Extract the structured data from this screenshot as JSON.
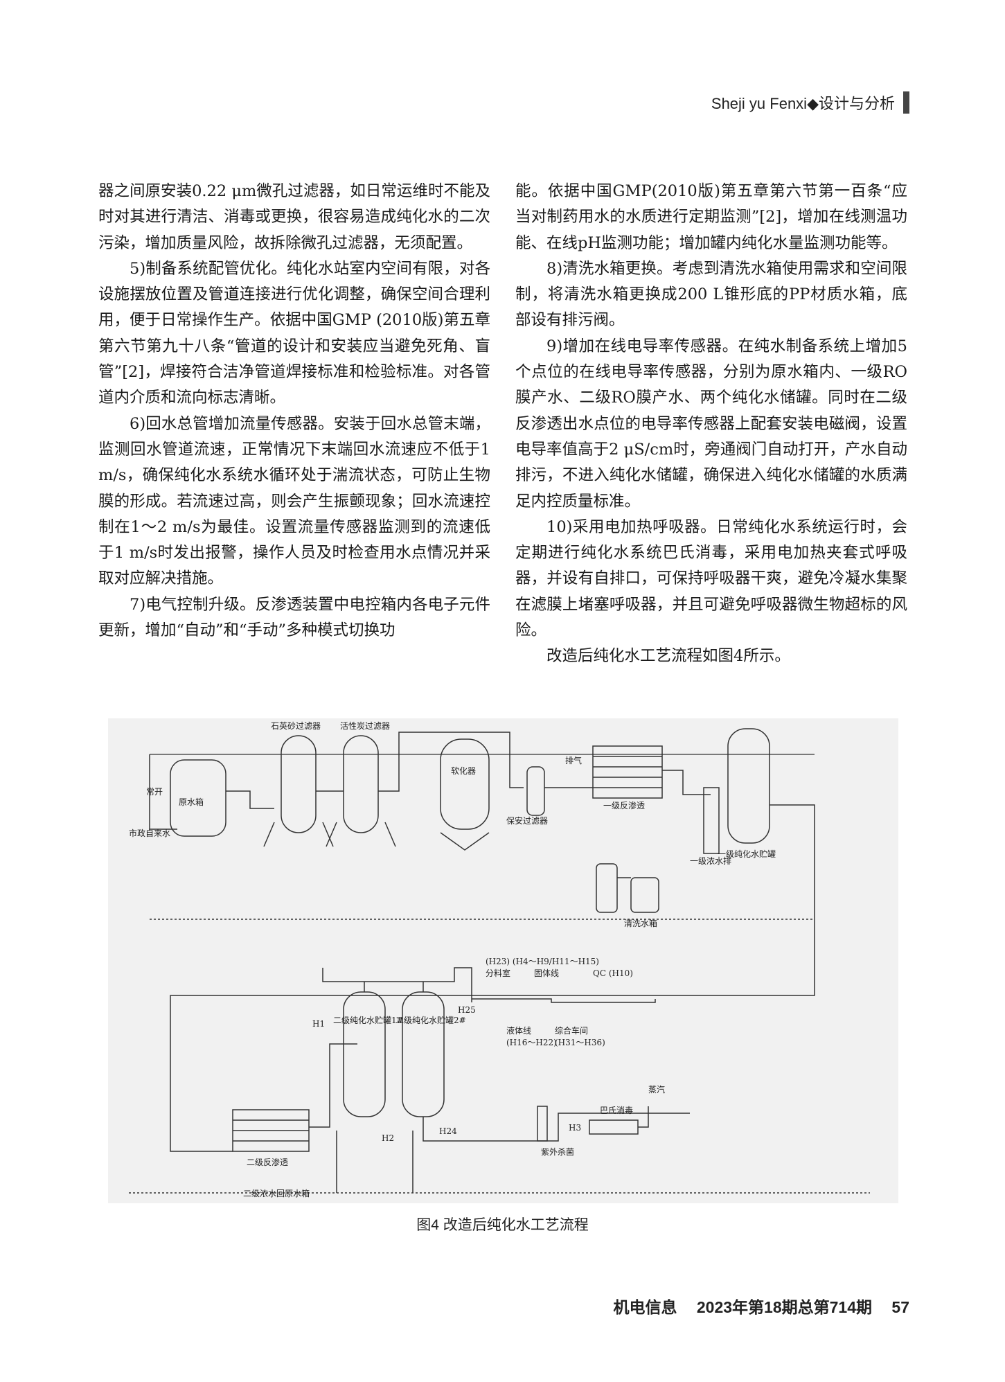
{
  "header": {
    "text": "Sheji  yu Fenxi◆设计与分析"
  },
  "left_column": [
    "器之间原安装0.22 μm微孔过滤器，如日常运维时不能及时对其进行清洁、消毒或更换，很容易造成纯化水的二次污染，增加质量风险，故拆除微孔过滤器，无须配置。",
    "5)制备系统配管优化。纯化水站室内空间有限，对各设施摆放位置及管道连接进行优化调整，确保空间合理利用，便于日常操作生产。依据中国GMP (2010版)第五章第六节第九十八条“管道的设计和安装应当避免死角、盲管”[2]，焊接符合洁净管道焊接标准和检验标准。对各管道内介质和流向标志清晰。",
    "6)回水总管增加流量传感器。安装于回水总管末端，监测回水管道流速，正常情况下末端回水流速应不低于1 m/s，确保纯化水系统水循环处于湍流状态，可防止生物膜的形成。若流速过高，则会产生振颤现象；回水流速控制在1～2 m/s为最佳。设置流量传感器监测到的流速低于1 m/s时发出报警，操作人员及时检查用水点情况并采取对应解决措施。",
    "7)电气控制升级。反渗透装置中电控箱内各电子元件更新，增加“自动”和“手动”多种模式切换功"
  ],
  "right_column": [
    "能。依据中国GMP(2010版)第五章第六节第一百条“应当对制药用水的水质进行定期监测”[2]，增加在线测温功能、在线pH监测功能；增加罐内纯化水量监测功能等。",
    "8)清洗水箱更换。考虑到清洗水箱使用需求和空间限制，将清洗水箱更换成200 L锥形底的PP材质水箱，底部设有排污阀。",
    "9)增加在线电导率传感器。在纯水制备系统上增加5个点位的在线电导率传感器，分别为原水箱内、一级RO膜产水、二级RO膜产水、两个纯化水储罐。同时在二级反渗透出水点位的电导率传感器上配套安装电磁阀，设置电导率值高于2 μS/cm时，旁通阀门自动打开，产水自动排污，不进入纯化水储罐，确保进入纯化水储罐的水质满足内控质量标准。",
    "10)采用电加热呼吸器。日常纯化水系统运行时，会定期进行纯化水系统巴氏消毒，采用电加热夹套式呼吸器，并设有自排口，可保持呼吸器干爽，避免冷凝水集聚在滤膜上堵塞呼吸器，并且可避免呼吸器微生物超标的风险。",
    "改造后纯化水工艺流程如图4所示。"
  ],
  "figure": {
    "labels": {
      "normally_open": "常开",
      "municipal_water": "市政自来水",
      "raw_tank": "原水箱",
      "quartz_filter": "石英砂过滤器",
      "carbon_filter": "活性炭过滤器",
      "softener": "软化器",
      "exhaust": "排气",
      "security_filter": "保安过滤器",
      "ro1": "一级反渗透",
      "ro1_drain": "一级浓水排",
      "clean_tank": "清洗水箱",
      "tank1_stage": "一级纯化水贮罐",
      "ro2": "二级反渗透",
      "tank2_1": "二级纯化水贮罐1#",
      "tank2_2": "二级纯化水贮罐2#",
      "h1": "H1",
      "h2": "H2",
      "h24": "H24",
      "h25": "H25",
      "h3": "H3",
      "uv": "紫外杀菌",
      "pasteur": "巴氏消毒",
      "steam": "蒸汽",
      "ro2_return": "二级浓水回原水箱",
      "top_codes": "(H23) (H4～H9/H11～H15)",
      "dispensing": "分料室",
      "solid_line": "固体线",
      "qc": "QC (H10)",
      "liquid_line": "液体线",
      "liquid_codes": "(H16～H22)",
      "workshop": "综合车间",
      "workshop_codes": "(H31～H36)"
    }
  },
  "caption": "图4   改造后纯化水工艺流程",
  "footer": {
    "journal": "机电信息",
    "issue": "2023年第18期总第714期",
    "page": "57"
  }
}
